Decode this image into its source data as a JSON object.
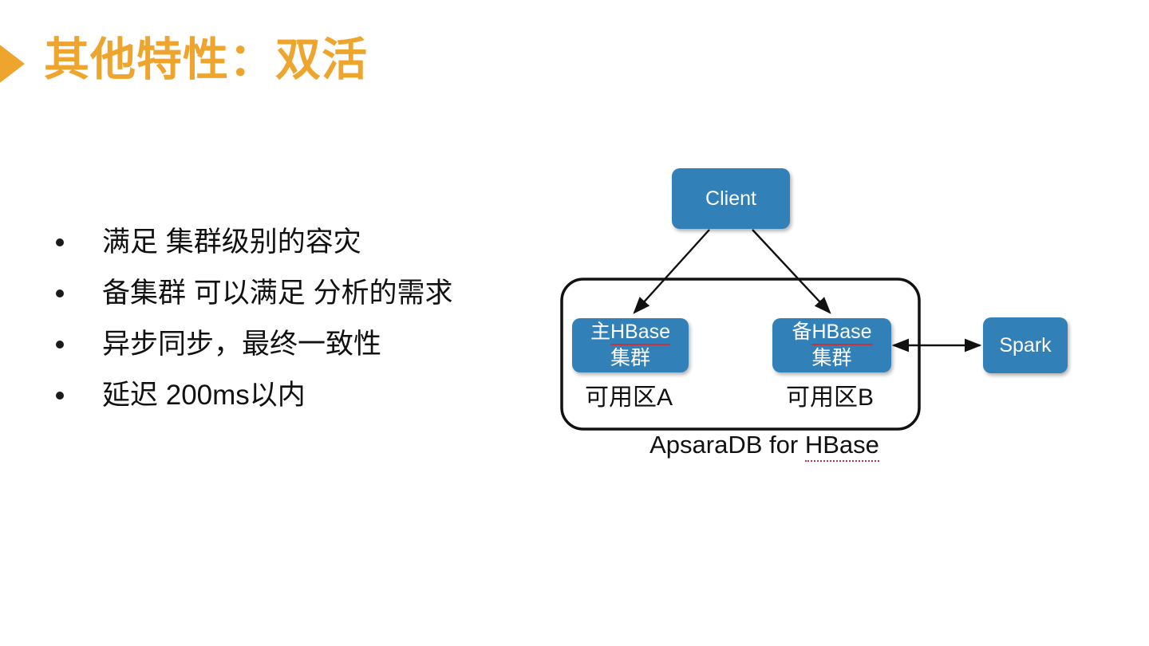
{
  "slide": {
    "title": "其他特性：双活",
    "background_color": "#ffffff",
    "accent_color": "#eda52e",
    "node_color": "#3180b8",
    "text_color": "#111111",
    "spellcheck_color": "#c8323c"
  },
  "bullets": [
    {
      "text": "满足 集群级别的容灾"
    },
    {
      "text": "备集群 可以满足 分析的需求"
    },
    {
      "text": "异步同步，最终一致性"
    },
    {
      "text": "延迟 200ms以内"
    }
  ],
  "diagram": {
    "nodes": {
      "client": {
        "label": "Client"
      },
      "primary_hbase": {
        "line1": "主HBase",
        "line2": "集群"
      },
      "standby_hbase": {
        "line1": "备HBase",
        "line2": "集群"
      },
      "spark": {
        "label": "Spark"
      }
    },
    "zones": {
      "zone_a": "可用区A",
      "zone_b": "可用区B"
    },
    "region_caption": {
      "prefix": "ApsaraDB for ",
      "product": "HBase"
    }
  }
}
